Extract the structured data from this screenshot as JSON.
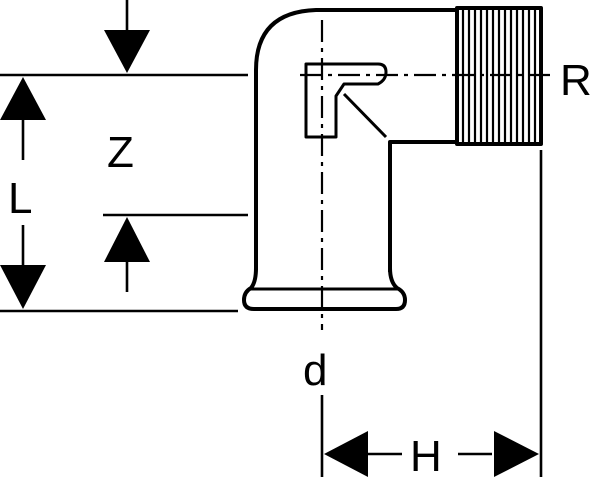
{
  "labels": {
    "z": "Z",
    "l": "L",
    "r": "R",
    "d": "d",
    "h": "H"
  },
  "colors": {
    "stroke": "#000000",
    "background": "#ffffff"
  }
}
